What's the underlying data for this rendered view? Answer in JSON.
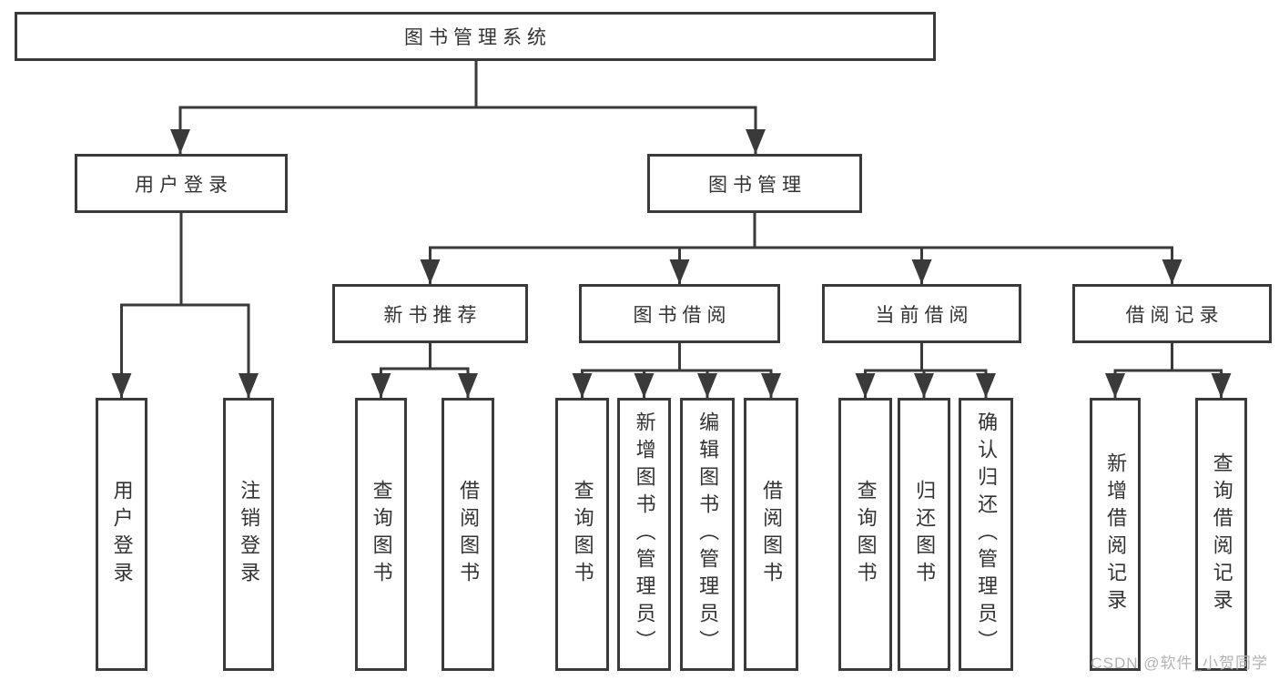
{
  "diagram": {
    "root": {
      "label": "图书管理系统"
    },
    "level2": [
      {
        "label": "用户登录",
        "parent": "图书管理系统"
      },
      {
        "label": "图书管理",
        "parent": "图书管理系统"
      }
    ],
    "level3": [
      {
        "label": "新书推荐",
        "parent": "图书管理"
      },
      {
        "label": "图书借阅",
        "parent": "图书管理"
      },
      {
        "label": "当前借阅",
        "parent": "图书管理"
      },
      {
        "label": "借阅记录",
        "parent": "图书管理"
      }
    ],
    "leaves": [
      {
        "label": "用户登录",
        "parent": "用户登录"
      },
      {
        "label": "注销登录",
        "parent": "用户登录"
      },
      {
        "label": "查询图书",
        "parent": "新书推荐"
      },
      {
        "label": "借阅图书",
        "parent": "新书推荐"
      },
      {
        "label": "查询图书",
        "parent": "图书借阅"
      },
      {
        "label": "新增图书（管理员）",
        "parent": "图书借阅"
      },
      {
        "label": "编辑图书（管理员）",
        "parent": "图书借阅"
      },
      {
        "label": "借阅图书",
        "parent": "图书借阅"
      },
      {
        "label": "查询图书",
        "parent": "当前借阅"
      },
      {
        "label": "归还图书",
        "parent": "当前借阅"
      },
      {
        "label": "确认归还（管理员）",
        "parent": "当前借阅"
      },
      {
        "label": "新增借阅记录",
        "parent": "借阅记录"
      },
      {
        "label": "查询借阅记录",
        "parent": "借阅记录"
      }
    ]
  },
  "watermark": {
    "text": "CSDN @软件_小贺同学"
  },
  "colors": {
    "line": "#3a3a3a",
    "text": "#333333",
    "watermark": "#b3b3b3",
    "background": "#ffffff"
  }
}
